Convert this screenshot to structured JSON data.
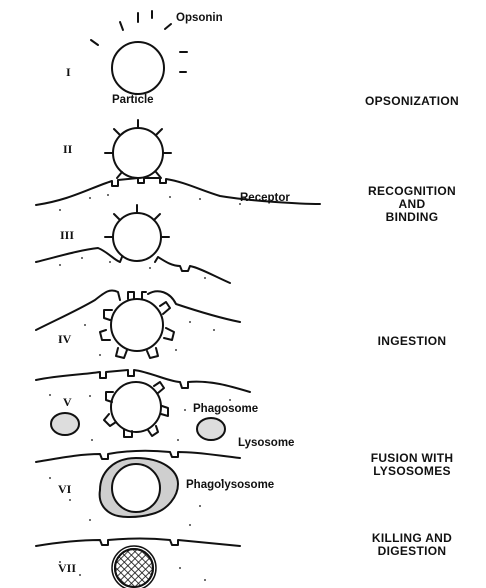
{
  "labels": {
    "opsonin": "Opsonin",
    "particle": "Particle",
    "receptor": "Receptor",
    "phagosome": "Phagosome",
    "lysosome": "Lysosome",
    "phagolysosome": "Phagolysosome"
  },
  "numerals": [
    "I",
    "II",
    "III",
    "IV",
    "V",
    "VI",
    "VII"
  ],
  "stages": [
    [
      "OPSONIZATION"
    ],
    [
      "RECOGNITION",
      "AND",
      "BINDING"
    ],
    [
      "INGESTION"
    ],
    [
      "FUSION WITH",
      "LYSOSOMES"
    ],
    [
      "KILLING AND",
      "DIGESTION"
    ]
  ]
}
